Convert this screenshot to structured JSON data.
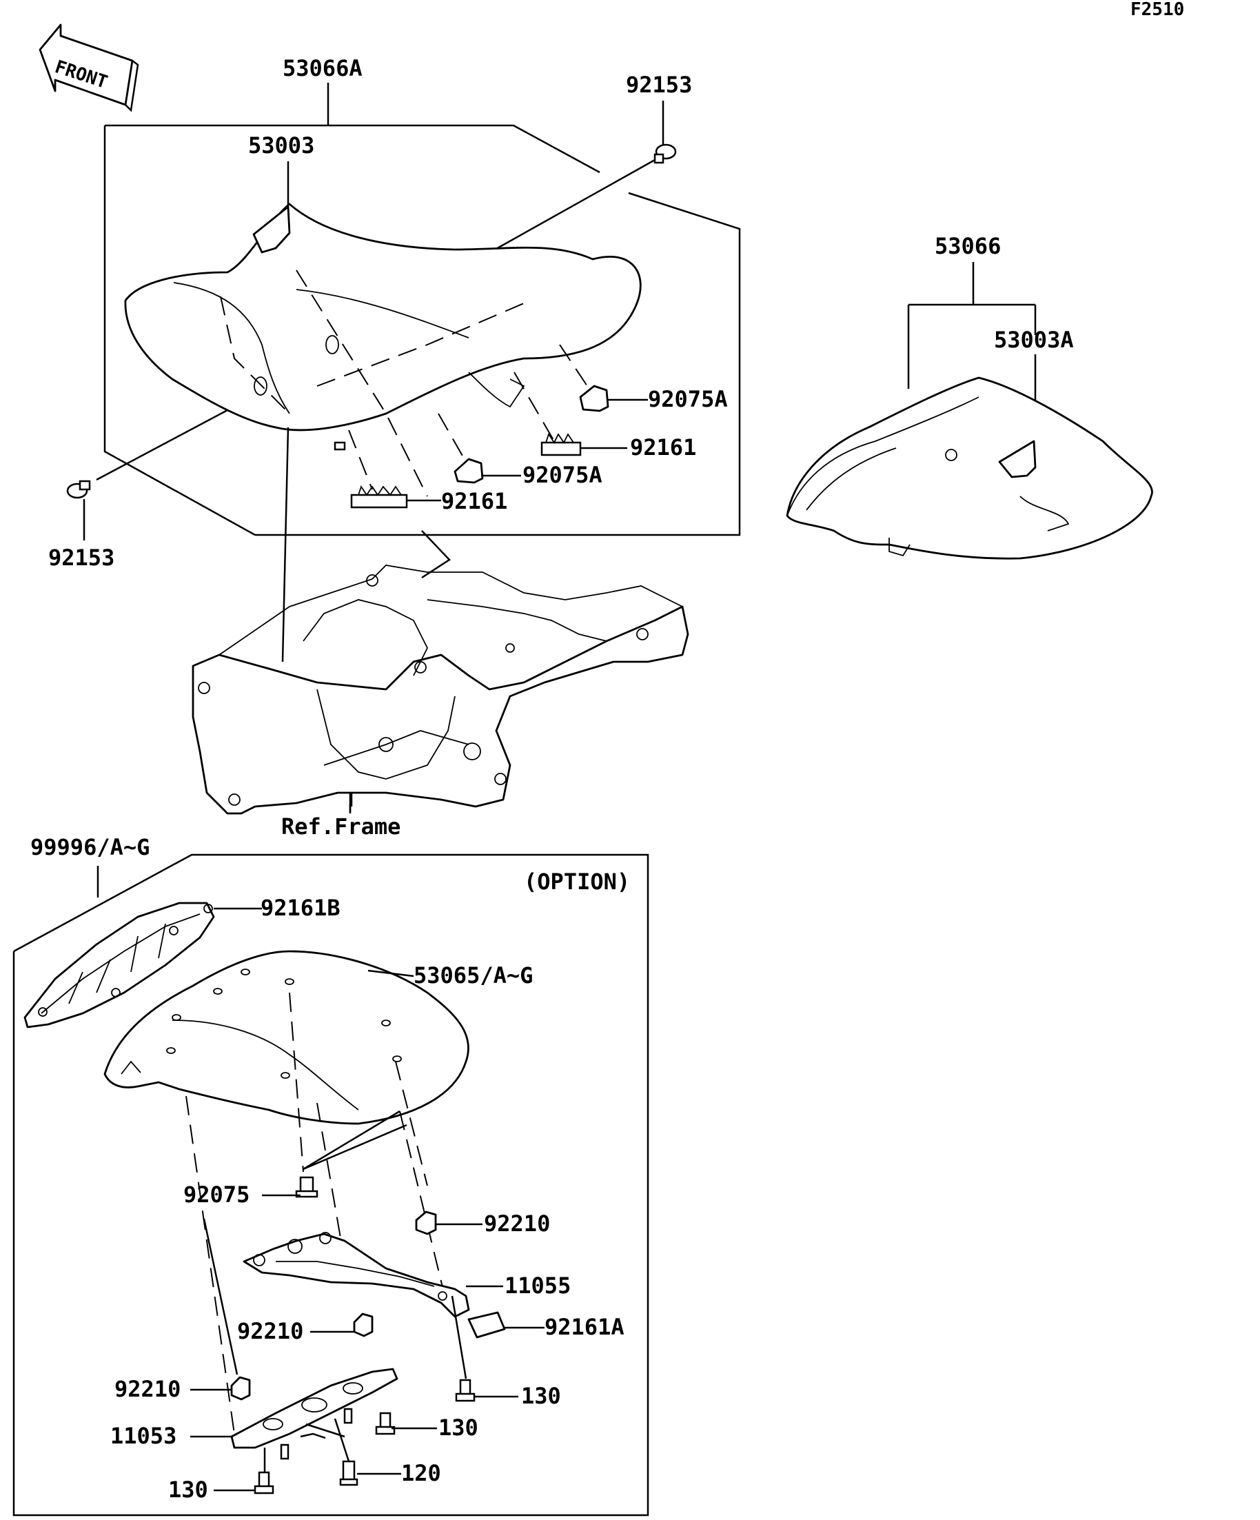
{
  "diagram_code": "F2510",
  "front_arrow": "FRONT",
  "option_label": "(OPTION)",
  "ref_frame": "Ref.Frame",
  "parts": {
    "p53066A": "53066A",
    "p53003": "53003",
    "p92153_top": "92153",
    "p92153_bottom": "92153",
    "p92075A_1": "92075A",
    "p92075A_2": "92075A",
    "p92161_1": "92161",
    "p92161_2": "92161",
    "p53066": "53066",
    "p53003A": "53003A",
    "p99996": "99996/A~G",
    "p92161B": "92161B",
    "p53065": "53065/A~G",
    "p92075": "92075",
    "p92210_1": "92210",
    "p11055": "11055",
    "p92161A": "92161A",
    "p92210_2": "92210",
    "p92210_3": "92210",
    "p130_1": "130",
    "p130_2": "130",
    "p11053": "11053",
    "p120": "120",
    "p130_3": "130"
  }
}
